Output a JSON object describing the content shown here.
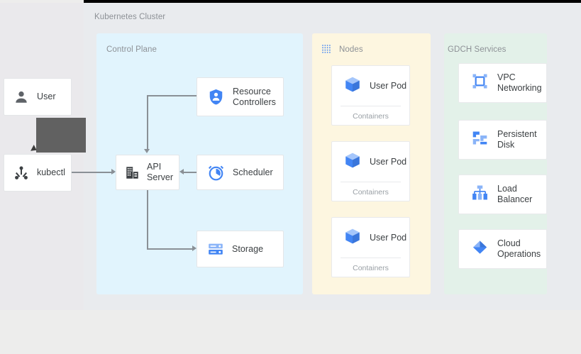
{
  "diagram": {
    "title": "Kubernetes Cluster",
    "groups": [
      {
        "key": "control",
        "label": "Control Plane",
        "color": "#e1f4fd"
      },
      {
        "key": "nodes",
        "label": "Nodes",
        "color": "#fdf6e0",
        "icon": "dotted-grid-icon"
      },
      {
        "key": "gdch",
        "label": "GDCH Services",
        "color": "#e3f1e9"
      }
    ]
  },
  "clients": [
    {
      "label": "User",
      "icon": "person-icon"
    },
    {
      "label": "kubectl",
      "icon": "kubectl-icon"
    }
  ],
  "control_plane": {
    "resource_controllers": {
      "label": "Resource\nControllers",
      "line1": "Resource",
      "line2": "Controllers",
      "icon": "shield-person-icon"
    },
    "api_server": {
      "label": "API Server",
      "line1": "API",
      "line2": "Server",
      "icon": "building-icon"
    },
    "scheduler": {
      "label": "Scheduler",
      "icon": "clock-icon"
    },
    "storage": {
      "label": "Storage",
      "icon": "database-icon"
    }
  },
  "nodes": {
    "pods": [
      {
        "label": "User Pod",
        "footer": "Containers",
        "icon": "cube-icon"
      },
      {
        "label": "User Pod",
        "footer": "Containers",
        "icon": "cube-icon"
      },
      {
        "label": "User Pod",
        "footer": "Containers",
        "icon": "cube-icon"
      }
    ]
  },
  "gdch_services": [
    {
      "line1": "VPC",
      "line2": "Networking",
      "icon": "vpc-network-icon"
    },
    {
      "line1": "Persistent",
      "line2": "Disk",
      "icon": "persistent-disk-icon"
    },
    {
      "line1": "Load",
      "line2": "Balancer",
      "icon": "load-balancer-icon"
    },
    {
      "line1": "Cloud",
      "line2": "Operations",
      "icon": "cloud-operations-icon"
    }
  ],
  "connections": [
    {
      "from": "kubectl",
      "to": "API Server"
    },
    {
      "from": "Resource Controllers",
      "to": "API Server"
    },
    {
      "from": "Scheduler",
      "to": "API Server"
    },
    {
      "from": "API Server",
      "to": "Storage"
    }
  ],
  "colors": {
    "control_plane_bg": "#e1f4fd",
    "nodes_bg": "#fdf6e0",
    "gdch_bg": "#e3f1e9",
    "diagram_bg": "#e9ebee",
    "icon_blue": "#4285f4",
    "icon_blue_light": "#8ab4f8",
    "icon_gray": "#5f6368",
    "connector": "#8a9096",
    "label_gray": "#8d9196",
    "text": "#3c4043"
  }
}
